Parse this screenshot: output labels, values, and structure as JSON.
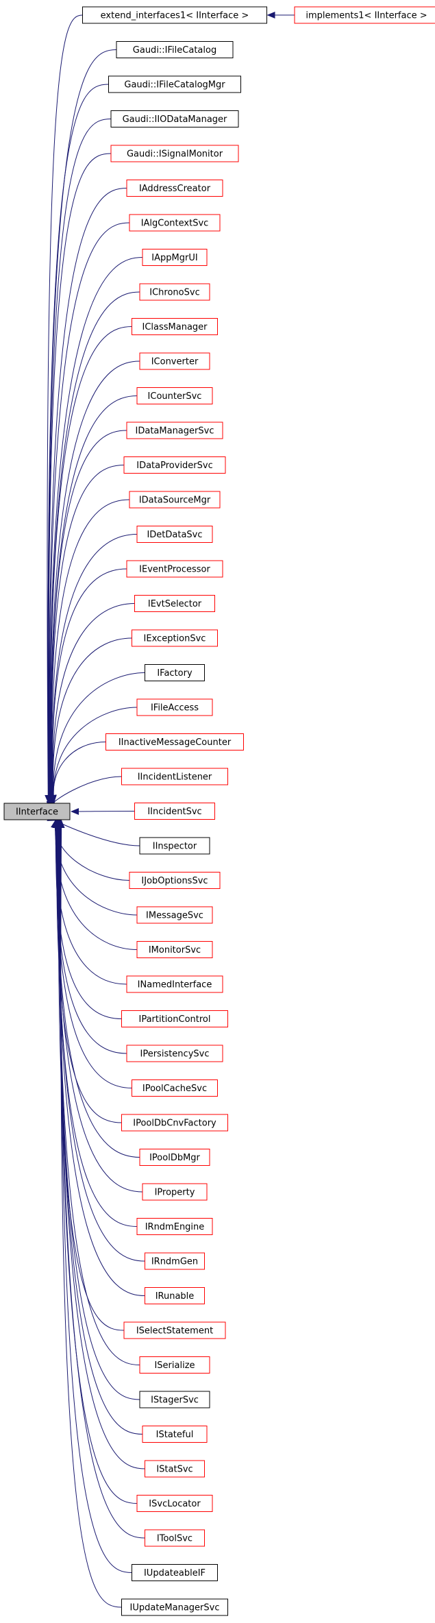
{
  "colors": {
    "edge": "#191970",
    "red_border": "#ff0000",
    "black_border": "#000000",
    "root_fill": "#bfbfbf"
  },
  "root": {
    "label": "IInterface"
  },
  "top_chain": {
    "base": {
      "label": "extend_interfaces1< IInterface >",
      "border": "black"
    },
    "derived": {
      "label": "implements1< IInterface >",
      "border": "red"
    }
  },
  "children": [
    {
      "label": "extend_interfaces1< IInterface >",
      "border": "black"
    },
    {
      "label": "Gaudi::IFileCatalog",
      "border": "black"
    },
    {
      "label": "Gaudi::IFileCatalogMgr",
      "border": "black"
    },
    {
      "label": "Gaudi::IIODataManager",
      "border": "black"
    },
    {
      "label": "Gaudi::ISignalMonitor",
      "border": "red"
    },
    {
      "label": "IAddressCreator",
      "border": "red"
    },
    {
      "label": "IAlgContextSvc",
      "border": "red"
    },
    {
      "label": "IAppMgrUI",
      "border": "red"
    },
    {
      "label": "IChronoSvc",
      "border": "red"
    },
    {
      "label": "IClassManager",
      "border": "red"
    },
    {
      "label": "IConverter",
      "border": "red"
    },
    {
      "label": "ICounterSvc",
      "border": "red"
    },
    {
      "label": "IDataManagerSvc",
      "border": "red"
    },
    {
      "label": "IDataProviderSvc",
      "border": "red"
    },
    {
      "label": "IDataSourceMgr",
      "border": "red"
    },
    {
      "label": "IDetDataSvc",
      "border": "red"
    },
    {
      "label": "IEventProcessor",
      "border": "red"
    },
    {
      "label": "IEvtSelector",
      "border": "red"
    },
    {
      "label": "IExceptionSvc",
      "border": "red"
    },
    {
      "label": "IFactory",
      "border": "black"
    },
    {
      "label": "IFileAccess",
      "border": "red"
    },
    {
      "label": "IInactiveMessageCounter",
      "border": "red"
    },
    {
      "label": "IIncidentListener",
      "border": "red"
    },
    {
      "label": "IIncidentSvc",
      "border": "red"
    },
    {
      "label": "IInspector",
      "border": "black"
    },
    {
      "label": "IJobOptionsSvc",
      "border": "red"
    },
    {
      "label": "IMessageSvc",
      "border": "red"
    },
    {
      "label": "IMonitorSvc",
      "border": "red"
    },
    {
      "label": "INamedInterface",
      "border": "red"
    },
    {
      "label": "IPartitionControl",
      "border": "red"
    },
    {
      "label": "IPersistencySvc",
      "border": "red"
    },
    {
      "label": "IPoolCacheSvc",
      "border": "red"
    },
    {
      "label": "IPoolDbCnvFactory",
      "border": "red"
    },
    {
      "label": "IPoolDbMgr",
      "border": "red"
    },
    {
      "label": "IProperty",
      "border": "red"
    },
    {
      "label": "IRndmEngine",
      "border": "red"
    },
    {
      "label": "IRndmGen",
      "border": "red"
    },
    {
      "label": "IRunable",
      "border": "red"
    },
    {
      "label": "ISelectStatement",
      "border": "red"
    },
    {
      "label": "ISerialize",
      "border": "red"
    },
    {
      "label": "IStagerSvc",
      "border": "black"
    },
    {
      "label": "IStateful",
      "border": "red"
    },
    {
      "label": "IStatSvc",
      "border": "red"
    },
    {
      "label": "ISvcLocator",
      "border": "red"
    },
    {
      "label": "IToolSvc",
      "border": "red"
    },
    {
      "label": "IUpdateableIF",
      "border": "black"
    },
    {
      "label": "IUpdateManagerSvc",
      "border": "black"
    }
  ]
}
